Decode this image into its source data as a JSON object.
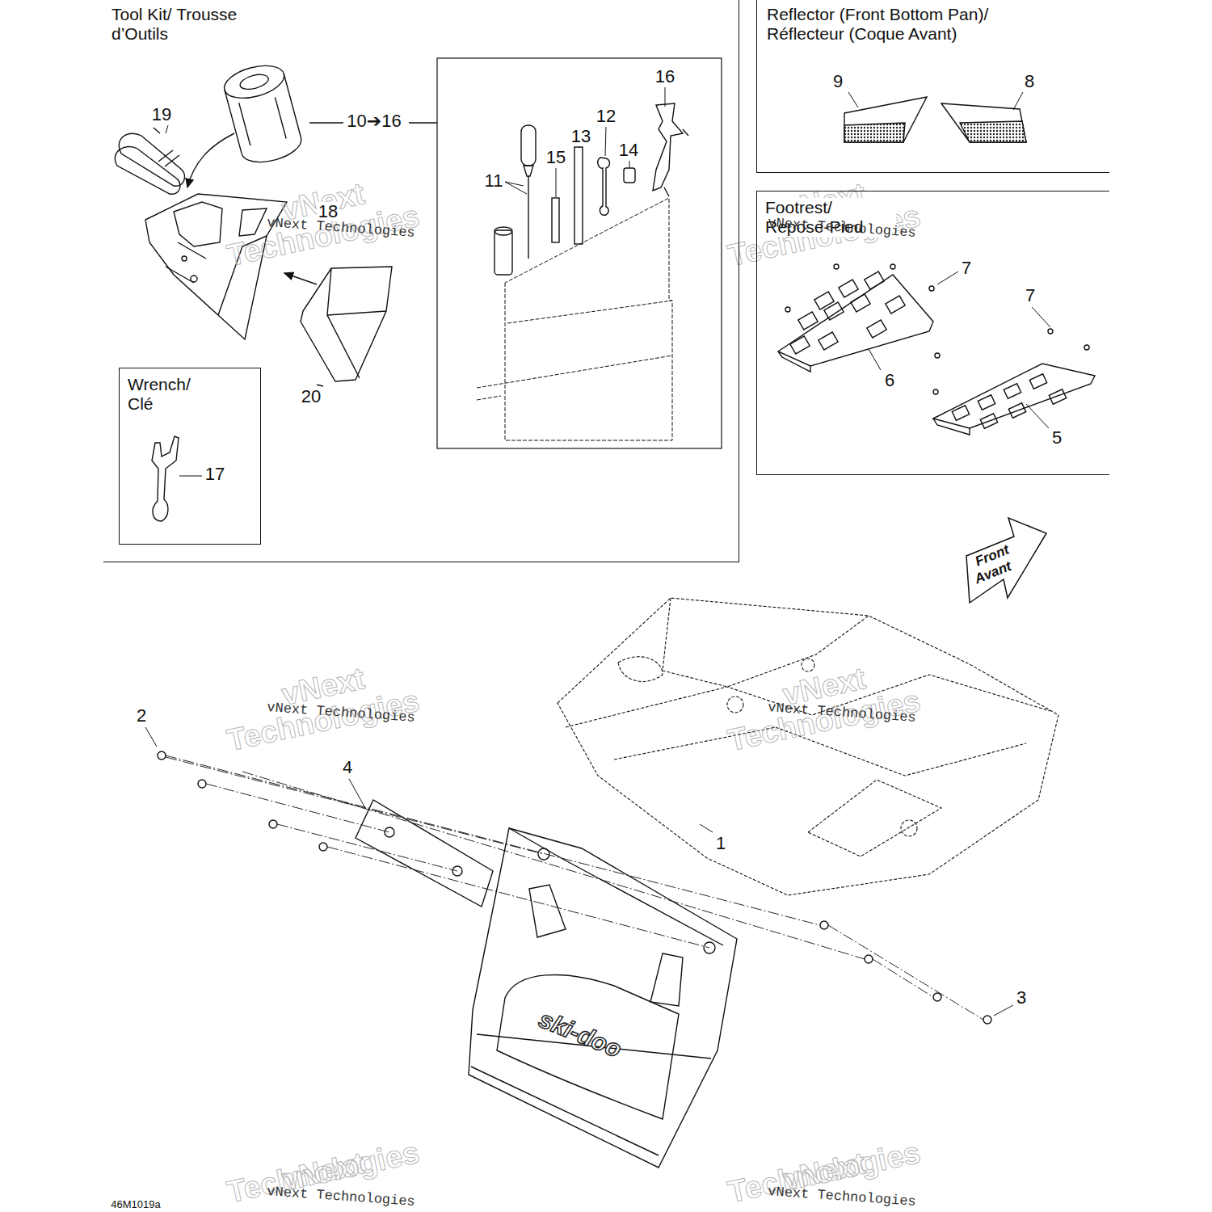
{
  "diagram": {
    "nodes": [
      {
        "text": [
          "Tool Kit/ Trousse d’Outils"
        ]
      },
      {
        "text": [
          "Wrench/ Clé"
        ],
        "in": 0
      },
      {
        "text": [
          "Reflector (Front Bottom Pan)/ Réflecteur (Coque Avant)"
        ]
      },
      {
        "text": [
          "Footrest/ Repose-Pied"
        ]
      }
    ],
    "edges": [],
    "labels": [
      "19",
      "10➔16",
      "16",
      "12",
      "13",
      "14",
      "15",
      "11",
      "18",
      "20",
      "17",
      "9",
      "8",
      "7",
      "7",
      "6",
      "5",
      "Front",
      "Avant",
      "2",
      "4",
      "3",
      "1",
      "ski-doo",
      "46M1019a",
      "vNext Technologies",
      "vNext Technologies",
      "vNext Technologies",
      "vNext Technologies",
      "vNext Technologies",
      "vNext Technologies",
      "vNext",
      "Technologies",
      "vNext",
      "Technologies",
      "vNext",
      "Technologies",
      "vNext",
      "Technologies",
      "vNext",
      "Technologies",
      "vNext",
      "Technologies"
    ]
  }
}
